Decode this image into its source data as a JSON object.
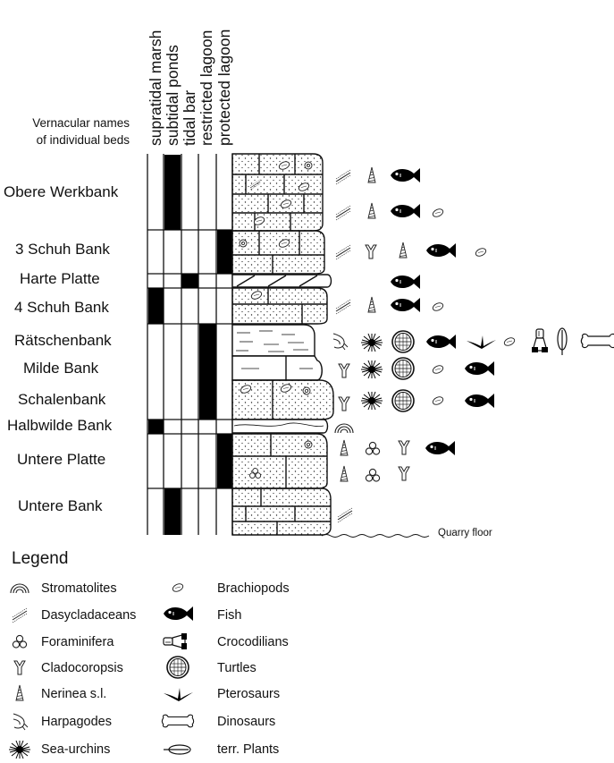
{
  "header": {
    "vernacular_title_line1": "Vernacular names",
    "vernacular_title_line2": "of individual beds",
    "environments": [
      "supratidal marsh",
      "subtidal ponds",
      "tidal bar",
      "restricted lagoon",
      "protected lagoon"
    ]
  },
  "beds": [
    "Obere Werkbank",
    "3 Schuh Bank",
    "Harte Platte",
    "4 Schuh Bank",
    "Rätschenbank",
    "Milde Bank",
    "Schalenbank",
    "Halbwilde Bank",
    "Untere Platte",
    "Untere Bank"
  ],
  "quarry_floor": "Quarry floor",
  "legend": {
    "title": "Legend",
    "left": [
      {
        "label": "Stromatolites",
        "icon": "stromatolite-icon"
      },
      {
        "label": "Dasycladaceans",
        "icon": "dasycladacean-icon"
      },
      {
        "label": "Foraminifera",
        "icon": "foraminifera-icon"
      },
      {
        "label": "Cladocoropsis",
        "icon": "cladocoropsis-icon"
      },
      {
        "label": "Nerinea s.l.",
        "icon": "nerinea-icon"
      },
      {
        "label": "Harpagodes",
        "icon": "harpagodes-icon"
      },
      {
        "label": "Sea-urchins",
        "icon": "sea-urchin-icon"
      }
    ],
    "right": [
      {
        "label": "Brachiopods",
        "icon": "brachiopod-icon"
      },
      {
        "label": "Fish",
        "icon": "fish-icon"
      },
      {
        "label": "Crocodilians",
        "icon": "crocodilian-icon"
      },
      {
        "label": "Turtles",
        "icon": "turtle-icon"
      },
      {
        "label": "Pterosaurs",
        "icon": "pterosaur-icon"
      },
      {
        "label": "Dinosaurs",
        "icon": "dinosaur-icon"
      },
      {
        "label": "terr. Plants",
        "icon": "plant-icon"
      }
    ]
  }
}
